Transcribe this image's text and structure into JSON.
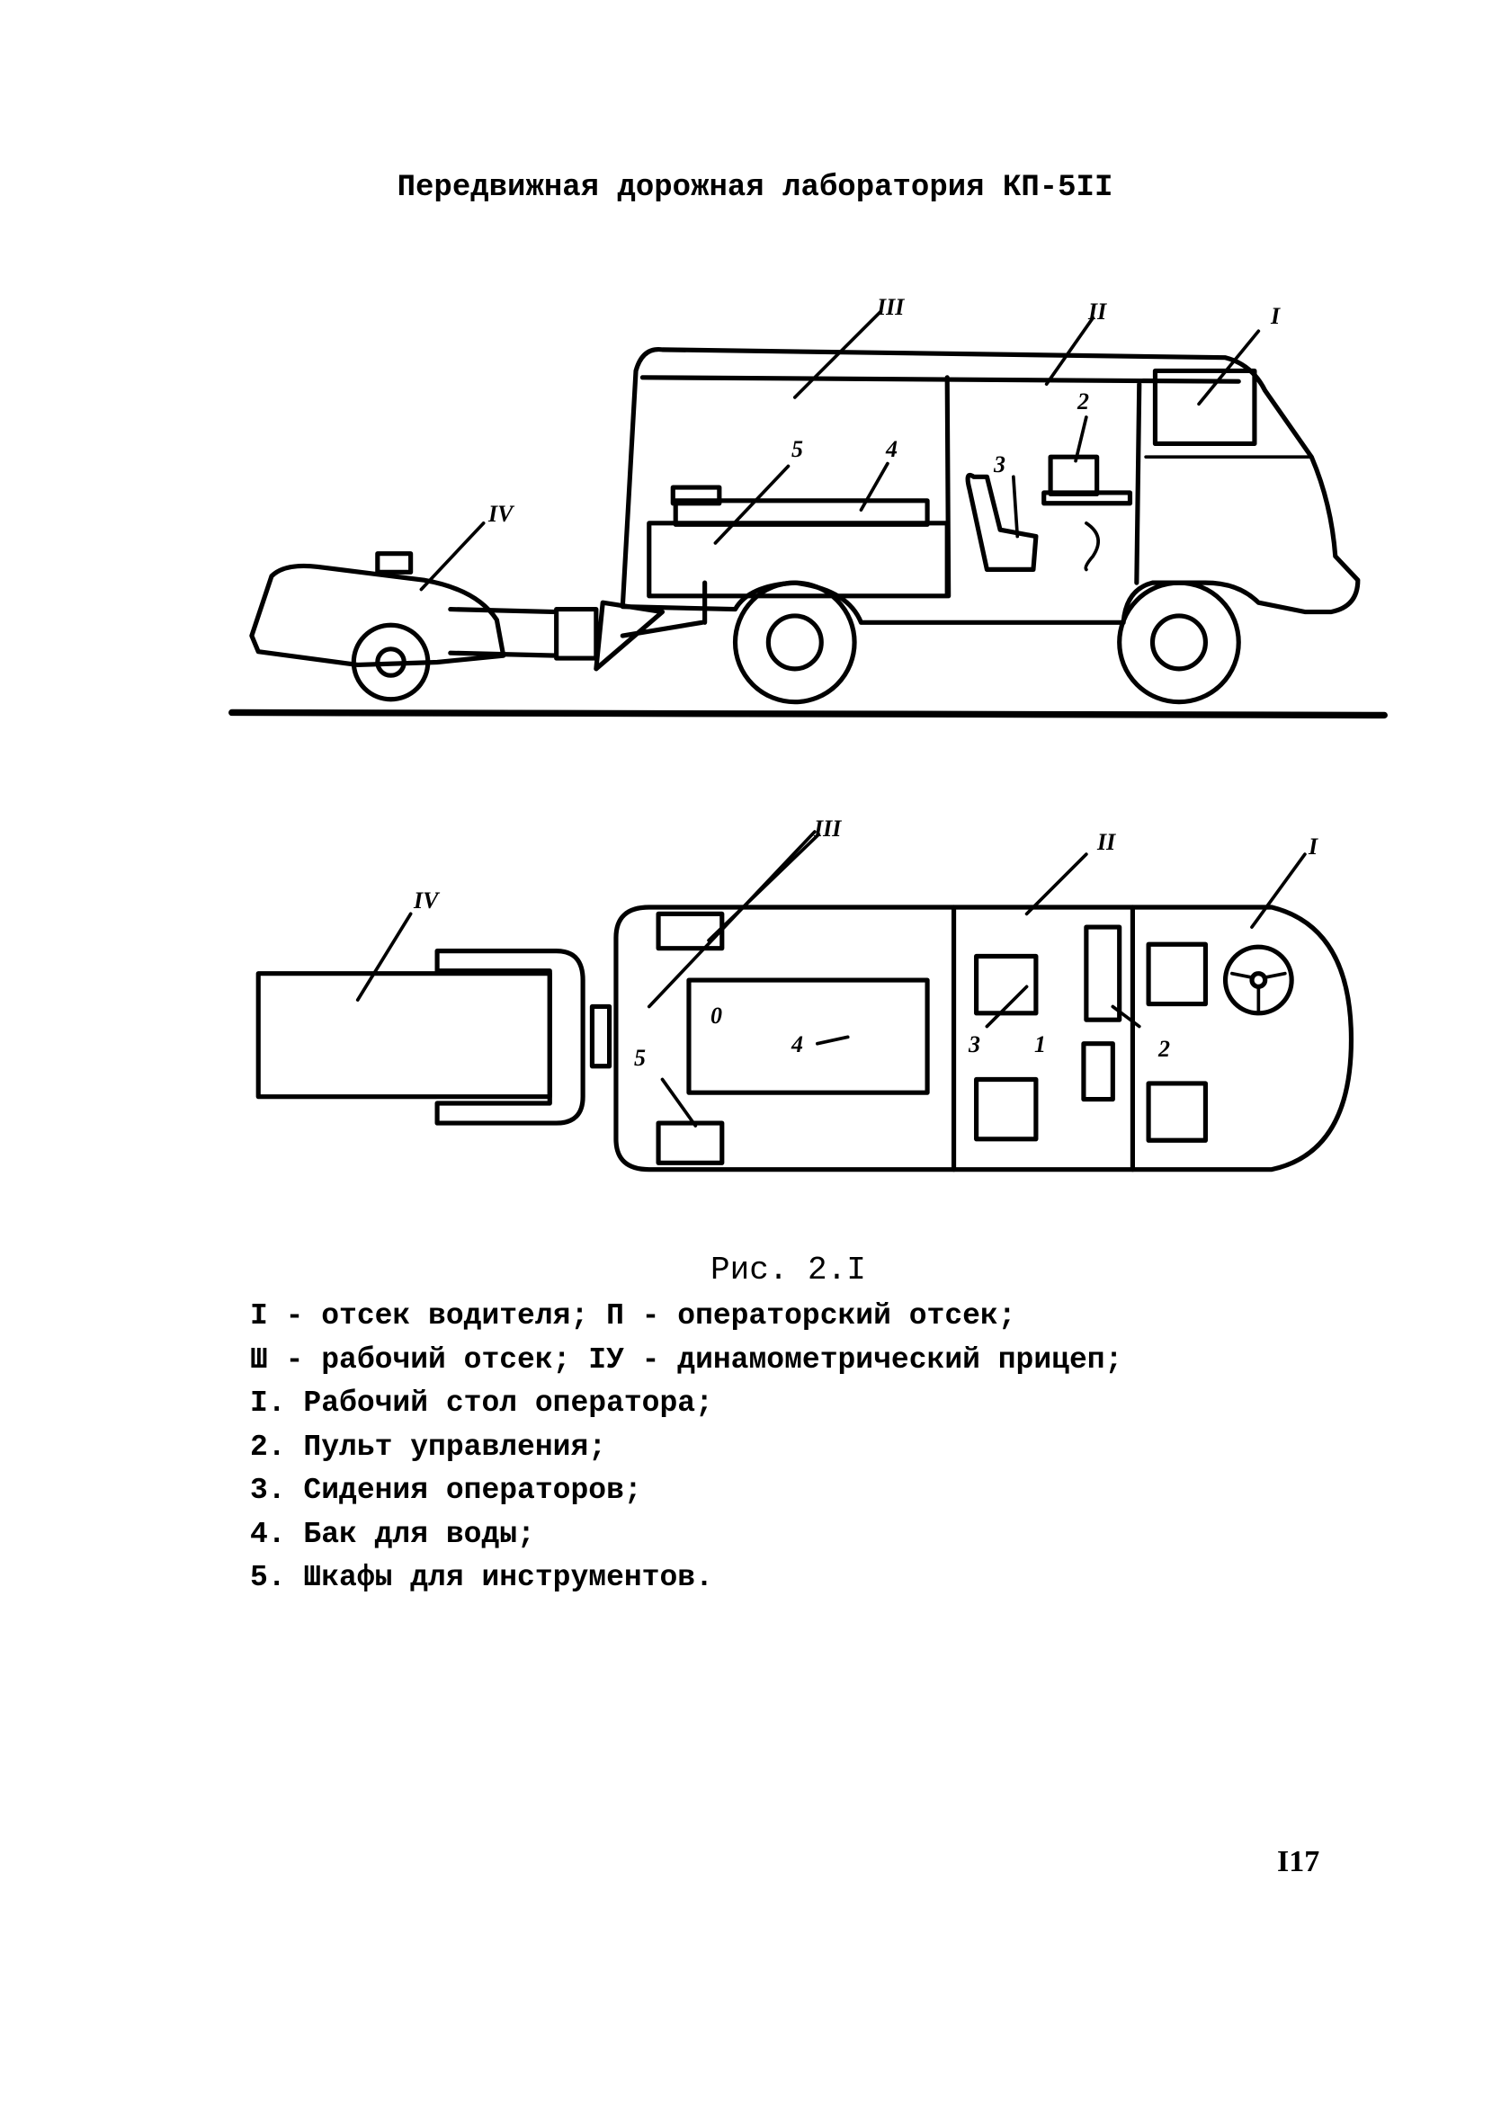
{
  "title": "Передвижная дорожная лаборатория КП-5II",
  "side_view_labels": {
    "III": "III",
    "II": "II",
    "I": "I",
    "5": "5",
    "4": "4",
    "3": "3",
    "2": "2",
    "IV": "IV"
  },
  "top_view_labels": {
    "IV": "IV",
    "III": "III",
    "II": "II",
    "I": "I",
    "0": "0",
    "4": "4",
    "3": "3",
    "1": "1",
    "2": "2",
    "5": "5"
  },
  "caption": "Рис. 2.I",
  "legend": [
    "I - отсек водителя; П - операторский отсек;",
    "Ш - рабочий отсек; IУ - динамометрический прицеп;",
    "I. Рабочий стол оператора;",
    "2. Пульт управления;",
    "3. Сидения операторов;",
    "4. Бак для воды;",
    "5. Шкафы для инструментов."
  ],
  "page_number": "I17"
}
